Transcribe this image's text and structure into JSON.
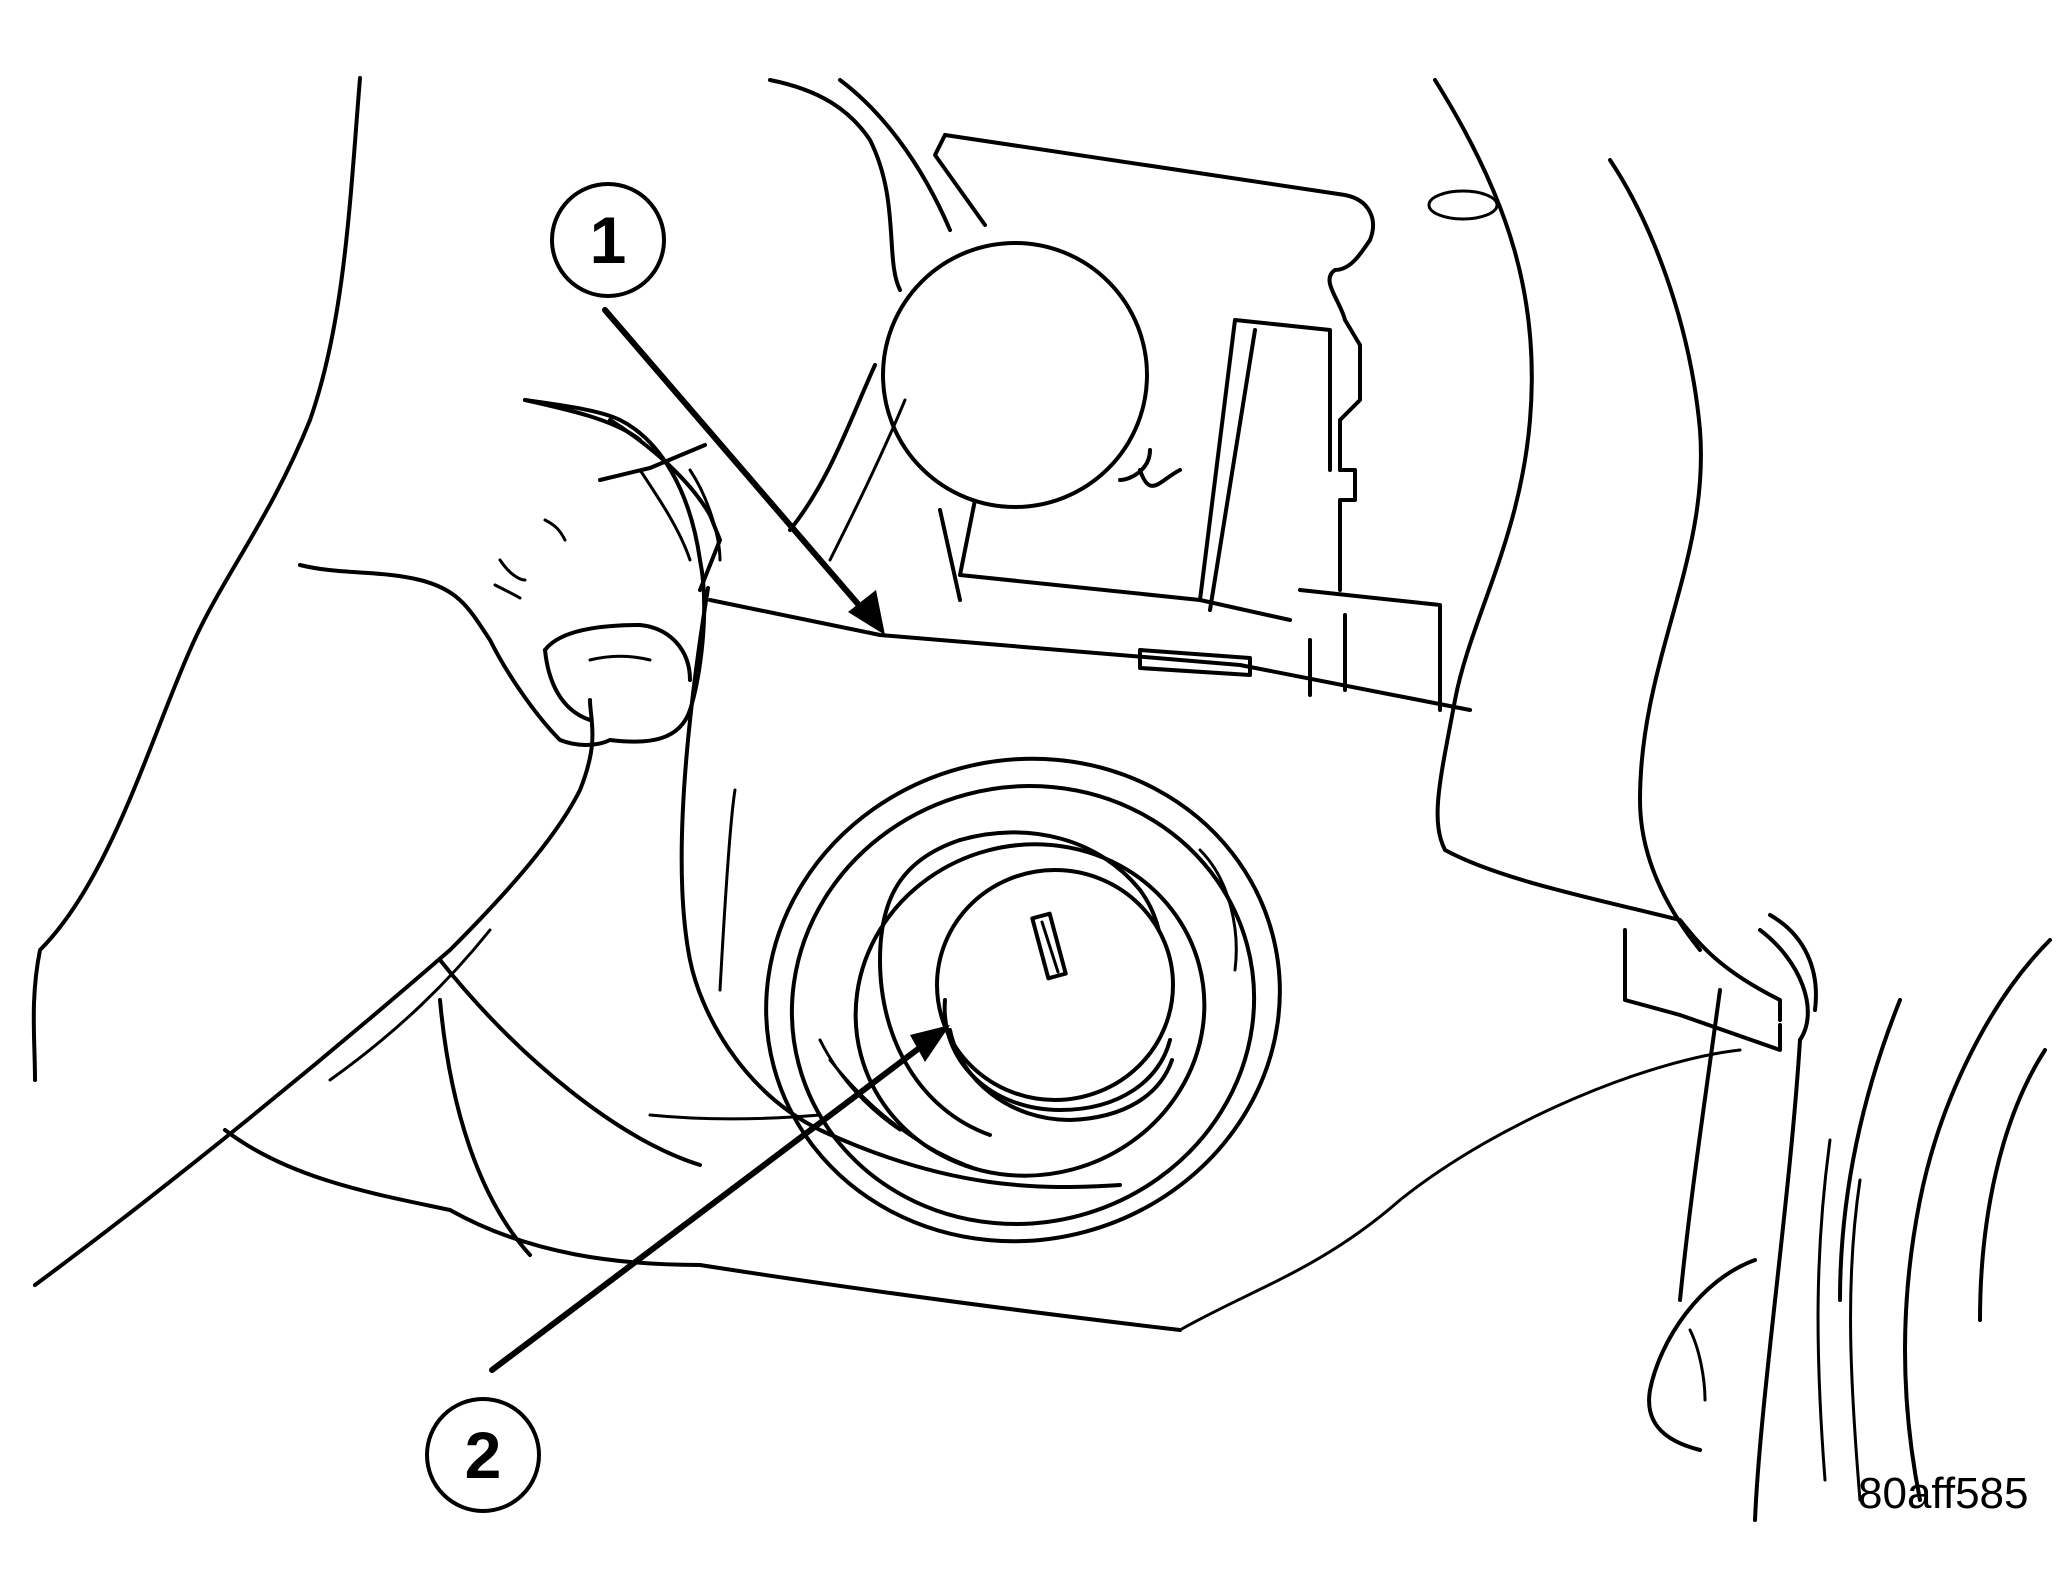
{
  "callouts": [
    {
      "id": "1",
      "label": "1"
    },
    {
      "id": "2",
      "label": "2"
    }
  ],
  "figure_code": "80aff585",
  "colors": {
    "line": "#000000",
    "background": "#ffffff"
  }
}
